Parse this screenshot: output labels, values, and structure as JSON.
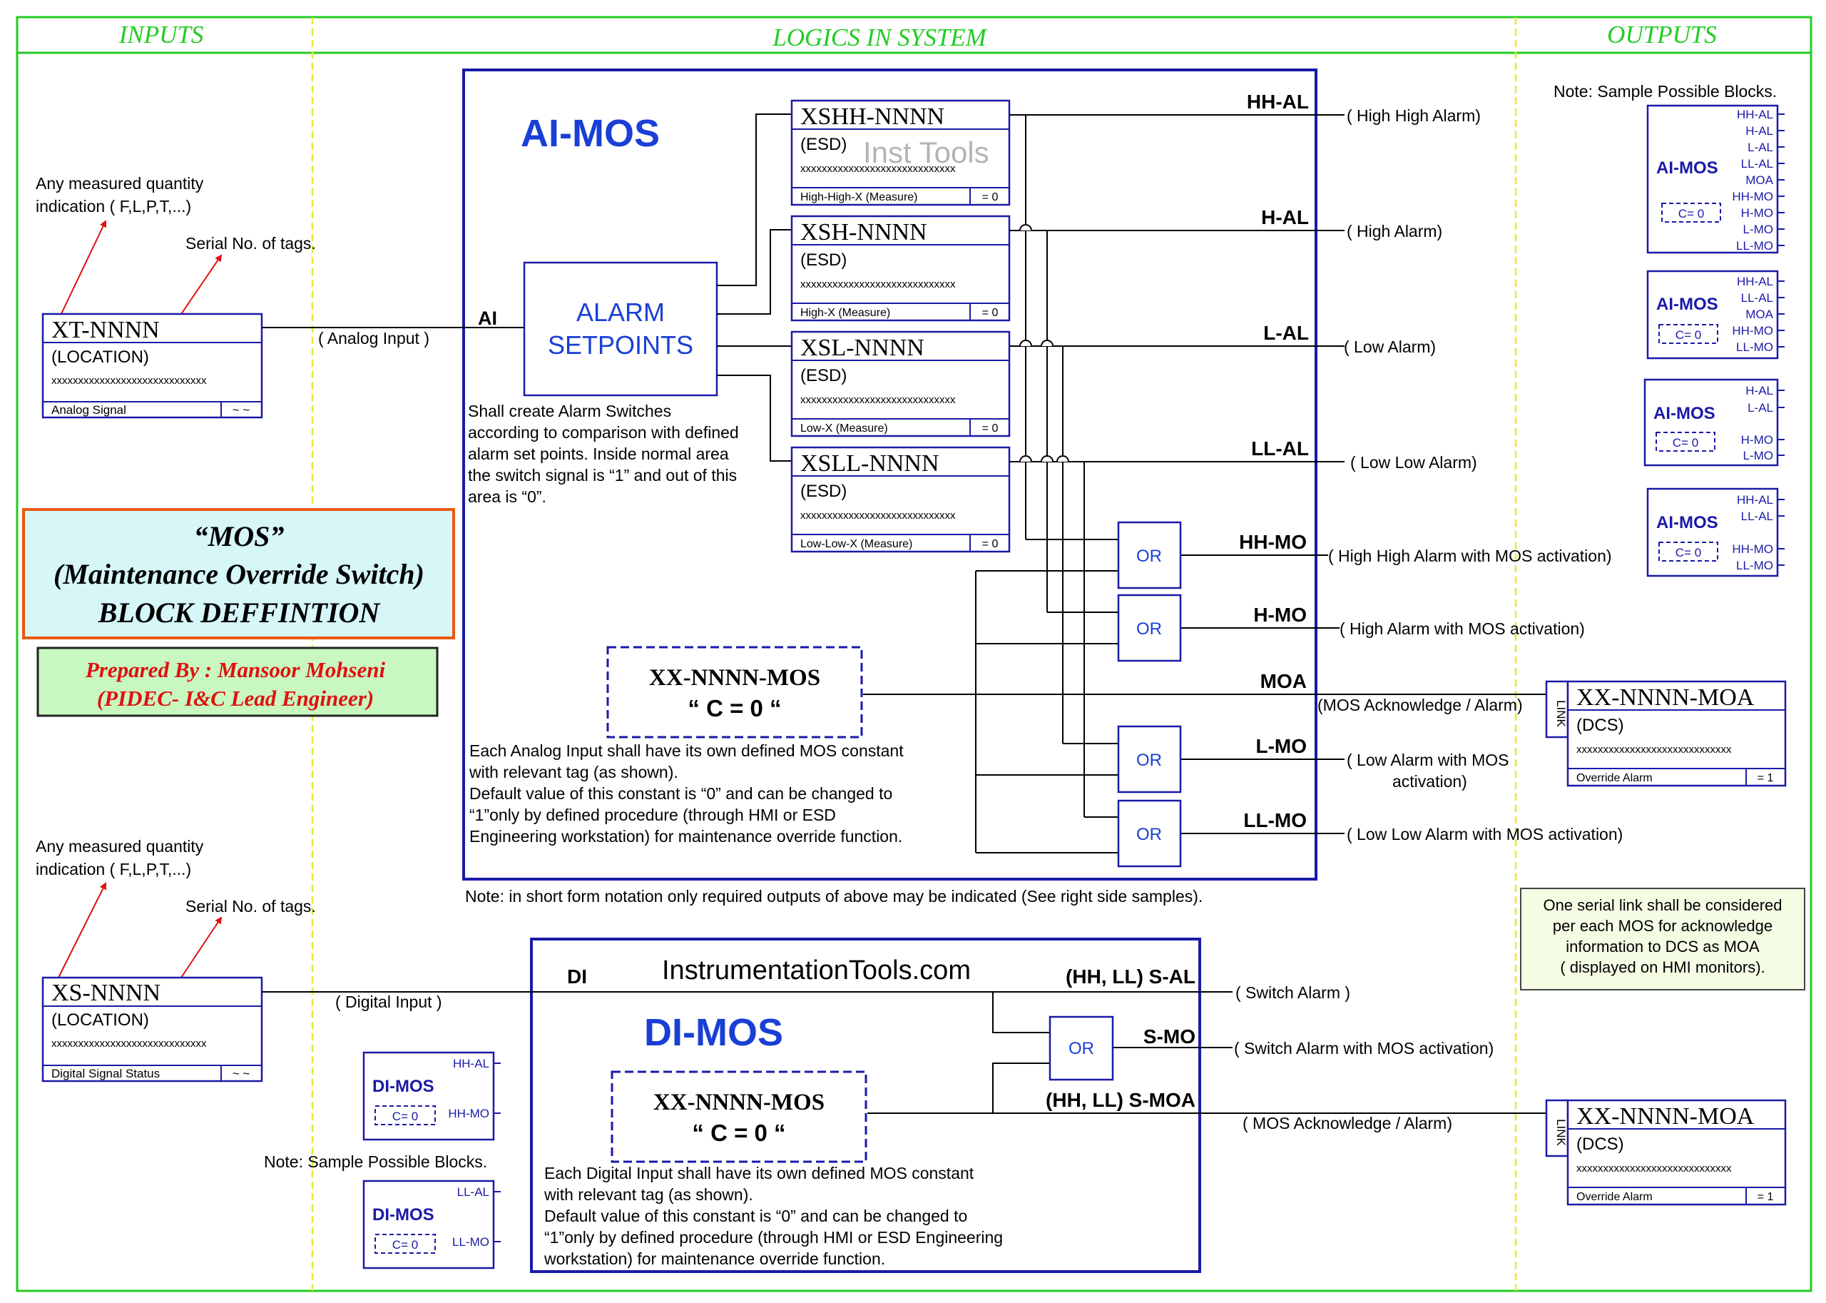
{
  "columns": {
    "inputs": "INPUTS",
    "logics": "LOGICS IN SYSTEM",
    "outputs": "OUTPUTS"
  },
  "annotations": {
    "any_measured_1": "Any measured quantity",
    "any_measured_2": "indication ( F,L,P,T,...)",
    "serial_no": "Serial No. of tags.",
    "sample_blocks": "Note: Sample Possible Blocks.",
    "short_form_note": "Note: in short form notation only required outputs of above may be indicated (See right side samples).",
    "watermark": "Inst Tools",
    "site": "InstrumentationTools.com"
  },
  "ai_tag": {
    "tag": "XT-NNNN",
    "location": "(LOCATION)",
    "xs": "xxxxxxxxxxxxxxxxxxxxxxxxxxxxx",
    "footer_left": "Analog Signal",
    "footer_right": "~ ~"
  },
  "di_tag": {
    "tag": "XS-NNNN",
    "location": "(LOCATION)",
    "xs": "xxxxxxxxxxxxxxxxxxxxxxxxxxxxx",
    "footer_left": "Digital Signal Status",
    "footer_right": "~ ~"
  },
  "title_box": {
    "line1": "“MOS”",
    "line2": "(Maintenance Override Switch)",
    "line3": "BLOCK DEFFINTION"
  },
  "prepared_box": {
    "line1": "Prepared By : Mansoor Mohseni",
    "line2": "(PIDEC- I&C Lead Engineer)"
  },
  "ai_block": {
    "title": "AI-MOS",
    "input_label": "AI",
    "input_wire_label": "( Analog Input )",
    "setpoints_1": "ALARM",
    "setpoints_2": "SETPOINTS",
    "setpoint_desc": [
      "Shall create Alarm Switches",
      "according to comparison with defined",
      "alarm set points. Inside normal area",
      "the switch signal is “1” and out of this",
      "area is “0”."
    ],
    "switches": [
      {
        "tag": "XSHH-NNNN",
        "sub": "(ESD)",
        "xs": "xxxxxxxxxxxxxxxxxxxxxxxxxxxxx",
        "footer_left": "High-High-X (Measure)",
        "footer_right": "= 0"
      },
      {
        "tag": "XSH-NNNN",
        "sub": "(ESD)",
        "xs": "xxxxxxxxxxxxxxxxxxxxxxxxxxxxx",
        "footer_left": "High-X (Measure)",
        "footer_right": "= 0"
      },
      {
        "tag": "XSL-NNNN",
        "sub": "(ESD)",
        "xs": "xxxxxxxxxxxxxxxxxxxxxxxxxxxxx",
        "footer_left": "Low-X (Measure)",
        "footer_right": "= 0"
      },
      {
        "tag": "XSLL-NNNN",
        "sub": "(ESD)",
        "xs": "xxxxxxxxxxxxxxxxxxxxxxxxxxxxx",
        "footer_left": "Low-Low-X (Measure)",
        "footer_right": "= 0"
      }
    ],
    "mos_tag": "XX-NNNN-MOS",
    "mos_const": "“ C = 0 “",
    "mos_desc": [
      "Each Analog Input shall have its own defined MOS constant",
      "with relevant tag (as shown).",
      "Default value of this constant is “0” and can be changed to",
      "“1”only by defined procedure (through HMI or ESD",
      "Engineering workstation) for maintenance override function."
    ],
    "or_label": "OR",
    "outputs": [
      {
        "port": "HH-AL",
        "desc": "( High High Alarm)"
      },
      {
        "port": "H-AL",
        "desc": "( High Alarm)"
      },
      {
        "port": "L-AL",
        "desc": "( Low Alarm)"
      },
      {
        "port": "LL-AL",
        "desc": "( Low Low Alarm)"
      },
      {
        "port": "HH-MO",
        "desc": "( High High Alarm with MOS activation)"
      },
      {
        "port": "H-MO",
        "desc": "( High Alarm with MOS activation)"
      },
      {
        "port": "MOA",
        "desc": "(MOS Acknowledge / Alarm)"
      },
      {
        "port": "L-MO",
        "desc": "( Low Alarm with MOS",
        "desc2": "activation)"
      },
      {
        "port": "LL-MO",
        "desc": "( Low Low Alarm with MOS activation)"
      }
    ]
  },
  "di_block": {
    "title": "DI-MOS",
    "input_label": "DI",
    "input_wire_label": "( Digital Input )",
    "mos_tag": "XX-NNNN-MOS",
    "mos_const": "“ C = 0 “",
    "mos_desc": [
      "Each Digital Input shall have its own defined MOS constant",
      "with relevant tag (as shown).",
      "Default value of this constant is “0” and can be changed to",
      "“1”only by defined procedure (through HMI or ESD Engineering",
      "workstation) for maintenance override function."
    ],
    "or_label": "OR",
    "outputs": [
      {
        "port": "(HH, LL) S-AL",
        "desc": "( Switch Alarm )"
      },
      {
        "port": "S-MO",
        "desc": "( Switch Alarm with MOS activation)"
      },
      {
        "port": "(HH, LL) S-MOA",
        "desc": "( MOS Acknowledge / Alarm)"
      }
    ]
  },
  "moa_tag": {
    "link": "LINK",
    "tag": "XX-NNNN-MOA",
    "sub": "(DCS)",
    "xs": "xxxxxxxxxxxxxxxxxxxxxxxxxxxxx",
    "footer_left": "Override Alarm",
    "footer_right": "= 1"
  },
  "link_note": [
    "One serial link shall be considered",
    "per each MOS for acknowledge",
    "information to DCS as MOA",
    "( displayed on HMI monitors)."
  ],
  "sample_ai": [
    {
      "title": "AI-MOS",
      "const": "C= 0",
      "ports": [
        "HH-AL",
        "H-AL",
        "L-AL",
        "LL-AL",
        "MOA",
        "HH-MO",
        "H-MO",
        "L-MO",
        "LL-MO"
      ]
    },
    {
      "title": "AI-MOS",
      "const": "C= 0",
      "ports": [
        "HH-AL",
        "LL-AL",
        "MOA",
        "HH-MO",
        "LL-MO"
      ]
    },
    {
      "title": "AI-MOS",
      "const": "C= 0",
      "ports": [
        "H-AL",
        "L-AL",
        "H-MO",
        "L-MO"
      ]
    },
    {
      "title": "AI-MOS",
      "const": "C= 0",
      "ports": [
        "HH-AL",
        "LL-AL",
        "HH-MO",
        "LL-MO"
      ]
    }
  ],
  "sample_di": [
    {
      "title": "DI-MOS",
      "const": "C= 0",
      "ports": [
        "HH-AL",
        "HH-MO"
      ]
    },
    {
      "title": "DI-MOS",
      "const": "C= 0",
      "ports": [
        "LL-AL",
        "LL-MO"
      ]
    }
  ],
  "colors": {
    "frame": "#22cc22",
    "divider": "#e8e830",
    "block": "#1a1aa8",
    "heading": "#1a3fd6",
    "red": "#e01010",
    "title_border": "#e85a10",
    "title_fill": "#d6f6f8",
    "prepared_fill": "#c8f8c0",
    "note_fill": "#f4fce4"
  }
}
